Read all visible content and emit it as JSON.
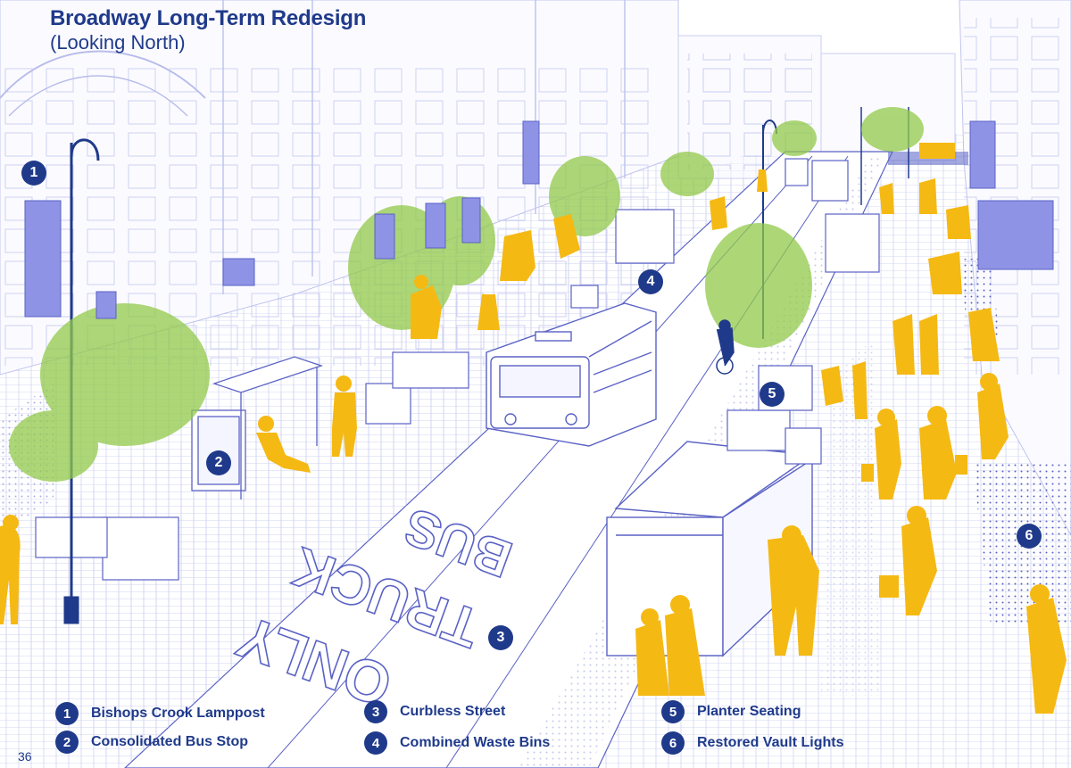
{
  "title": "Broadway Long-Term Redesign",
  "subtitle": "(Looking North)",
  "page_number": "36",
  "road_text": [
    "BUS",
    "TRUCK",
    "ONLY"
  ],
  "colors": {
    "navy": "#1f3a8a",
    "line": "#5a62c4",
    "people": "#f5b914",
    "trees": "#92c94a",
    "banner": "#8f93e6"
  },
  "markers": [
    {
      "num": "1"
    },
    {
      "num": "2"
    },
    {
      "num": "3"
    },
    {
      "num": "4"
    },
    {
      "num": "5"
    },
    {
      "num": "6"
    }
  ],
  "legend": [
    {
      "num": "1",
      "label": "Bishops Crook Lamppost"
    },
    {
      "num": "2",
      "label": "Consolidated Bus Stop"
    },
    {
      "num": "3",
      "label": "Curbless Street"
    },
    {
      "num": "4",
      "label": "Combined Waste Bins"
    },
    {
      "num": "5",
      "label": "Planter Seating"
    },
    {
      "num": "6",
      "label": "Restored Vault Lights"
    }
  ]
}
